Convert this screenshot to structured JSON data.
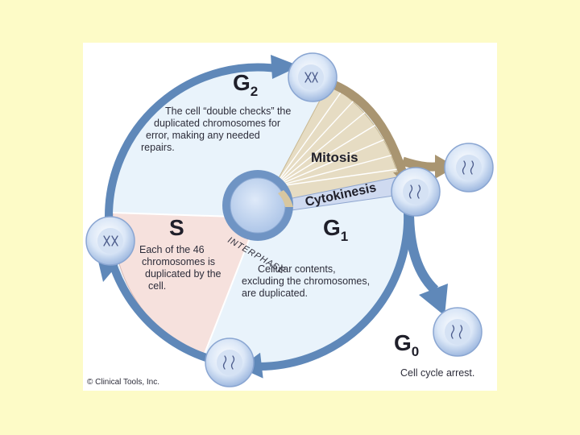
{
  "diagram": {
    "phases": {
      "g2": {
        "letter": "G",
        "sub": "2"
      },
      "s": {
        "letter": "S"
      },
      "g1": {
        "letter": "G",
        "sub": "1"
      },
      "g0": {
        "letter": "G",
        "sub": "0"
      }
    },
    "descriptions": {
      "g2": [
        "The cell “double checks” the",
        "duplicated chromosomes for",
        "error, making any needed",
        "repairs."
      ],
      "s": [
        "Each of the 46",
        "chromosomes is",
        "duplicated by the",
        "cell."
      ],
      "g1": [
        "Cellular contents,",
        "excluding the chromosomes,",
        "are duplicated."
      ],
      "g0": [
        "Cell cycle arrest."
      ]
    },
    "labels": {
      "mitosis": "Mitosis",
      "cytokinesis": "Cytokinesis",
      "interphase": "INTERPHASE"
    },
    "copyright": "© Clinical Tools, Inc."
  },
  "colors": {
    "background": "#fdfbc7",
    "cycle_fill": "#e9f3fb",
    "s_phase_fill": "#f6e1dd",
    "mitosis_fill": "#e6dcc3",
    "ring": "#5f88b9",
    "cell_fill": "#c7d9f2"
  }
}
